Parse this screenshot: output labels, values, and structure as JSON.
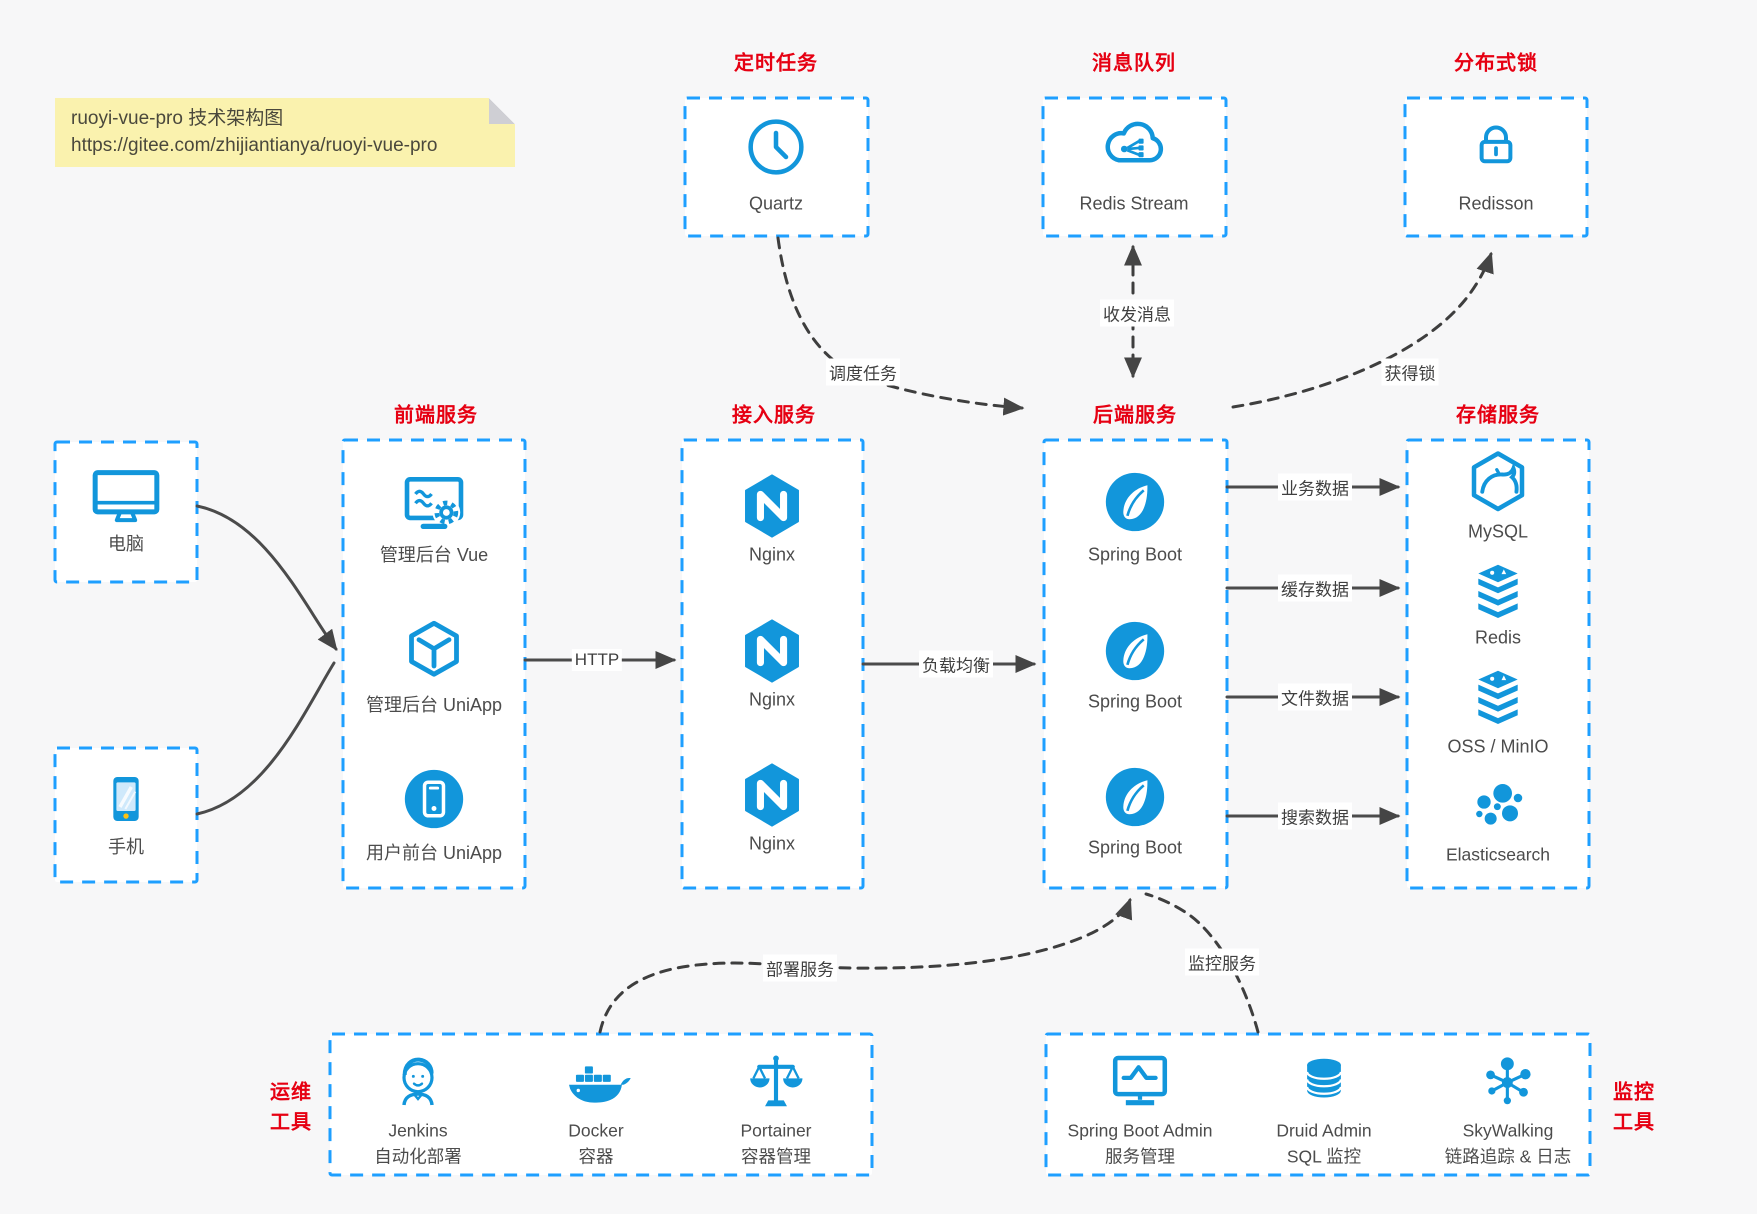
{
  "note": {
    "line1": "ruoyi-vue-pro 技术架构图",
    "line2": "https://gitee.com/zhijiantianya/ruoyi-vue-pro"
  },
  "titles": {
    "scheduled": "定时任务",
    "mq": "消息队列",
    "lock": "分布式锁",
    "frontend": "前端服务",
    "access": "接入服务",
    "backend": "后端服务",
    "storage": "存储服务",
    "ops1": "运维",
    "ops2": "工具",
    "monitor1": "监控",
    "monitor2": "工具"
  },
  "nodes": {
    "quartz": "Quartz",
    "redis_stream": "Redis Stream",
    "redisson": "Redisson",
    "computer": "电脑",
    "phone": "手机",
    "frontend": [
      "管理后台 Vue",
      "管理后台 UniApp",
      "用户前台 UniApp"
    ],
    "access": [
      "Nginx",
      "Nginx",
      "Nginx"
    ],
    "backend": [
      "Spring Boot",
      "Spring Boot",
      "Spring Boot"
    ],
    "storage": [
      "MySQL",
      "Redis",
      "OSS / MinIO",
      "Elasticsearch"
    ],
    "ops": [
      {
        "name": "Jenkins",
        "desc": "自动化部署"
      },
      {
        "name": "Docker",
        "desc": "容器"
      },
      {
        "name": "Portainer",
        "desc": "容器管理"
      }
    ],
    "monitoring": [
      {
        "name": "Spring Boot Admin",
        "desc": "服务管理"
      },
      {
        "name": "Druid Admin",
        "desc": "SQL 监控"
      },
      {
        "name": "SkyWalking",
        "desc": "链路追踪 & 日志"
      }
    ]
  },
  "edges": {
    "http": "HTTP",
    "load_balance": "负载均衡",
    "schedule": "调度任务",
    "messaging": "收发消息",
    "acquire_lock": "获得锁",
    "business_data": "业务数据",
    "cache_data": "缓存数据",
    "file_data": "文件数据",
    "search_data": "搜索数据",
    "deploy": "部署服务",
    "monitor": "监控服务"
  },
  "colors": {
    "icon_blue": "#1296db",
    "border_blue": "#1e9fff",
    "title_red": "#e60012",
    "note_bg": "#faf2ae",
    "arrow_dark": "#454545"
  }
}
